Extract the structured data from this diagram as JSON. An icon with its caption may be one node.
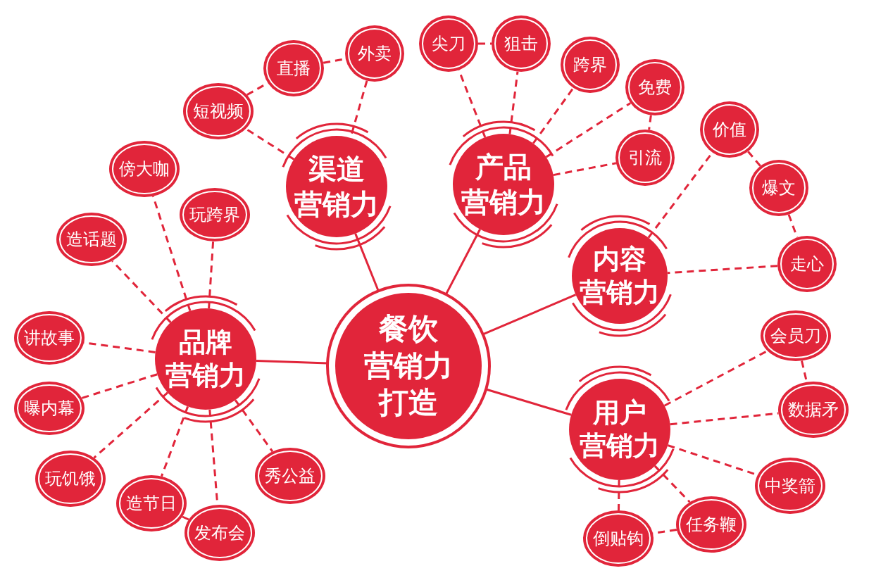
{
  "diagram": {
    "nodes": [
      {
        "text": [
          "餐饮营销力打造"
        ]
      },
      {
        "text": [
          "渠道营销力"
        ]
      },
      {
        "text": [
          "产品营销力"
        ]
      },
      {
        "text": [
          "内容营销力"
        ]
      },
      {
        "text": [
          "品牌营销力"
        ]
      },
      {
        "text": [
          "用户营销力"
        ]
      },
      {
        "text": [
          "短视频"
        ]
      },
      {
        "text": [
          "直播"
        ]
      },
      {
        "text": [
          "外卖"
        ]
      },
      {
        "text": [
          "尖刀"
        ]
      },
      {
        "text": [
          "狙击"
        ]
      },
      {
        "text": [
          "跨界"
        ]
      },
      {
        "text": [
          "免费"
        ]
      },
      {
        "text": [
          "引流"
        ]
      },
      {
        "text": [
          "价值"
        ]
      },
      {
        "text": [
          "爆文"
        ]
      },
      {
        "text": [
          "走心"
        ]
      },
      {
        "text": [
          "傍大咖"
        ]
      },
      {
        "text": [
          "玩跨界"
        ]
      },
      {
        "text": [
          "造话题"
        ]
      },
      {
        "text": [
          "讲故事"
        ]
      },
      {
        "text": [
          "曝内幕"
        ]
      },
      {
        "text": [
          "玩饥饿"
        ]
      },
      {
        "text": [
          "造节日"
        ]
      },
      {
        "text": [
          "发布会"
        ]
      },
      {
        "text": [
          "秀公益"
        ]
      },
      {
        "text": [
          "会员刀"
        ]
      },
      {
        "text": [
          "数据矛"
        ]
      },
      {
        "text": [
          "中奖箭"
        ]
      },
      {
        "text": [
          "任务鞭"
        ]
      },
      {
        "text": [
          "倒贴钩"
        ]
      }
    ],
    "edges": [
      {
        "from": 0,
        "to": 1,
        "arrow": "none"
      },
      {
        "from": 0,
        "to": 2,
        "arrow": "none"
      },
      {
        "from": 0,
        "to": 3,
        "arrow": "none"
      },
      {
        "from": 0,
        "to": 4,
        "arrow": "none"
      },
      {
        "from": 0,
        "to": 5,
        "arrow": "none"
      },
      {
        "from": 1,
        "to": 6,
        "arrow": "none",
        "style": "dashed"
      },
      {
        "from": 6,
        "to": 7,
        "arrow": "none",
        "style": "dashed"
      },
      {
        "from": 7,
        "to": 8,
        "arrow": "none",
        "style": "dashed"
      },
      {
        "from": 8,
        "to": 1,
        "arrow": "none",
        "style": "dashed"
      },
      {
        "from": 2,
        "to": 9,
        "arrow": "none",
        "style": "dashed"
      },
      {
        "from": 9,
        "to": 10,
        "arrow": "none",
        "style": "dashed"
      },
      {
        "from": 2,
        "to": 10,
        "arrow": "none",
        "style": "dashed"
      },
      {
        "from": 2,
        "to": 11,
        "arrow": "none",
        "style": "dashed"
      },
      {
        "from": 2,
        "to": 12,
        "arrow": "none",
        "style": "dashed"
      },
      {
        "from": 12,
        "to": 13,
        "arrow": "none",
        "style": "dashed"
      },
      {
        "from": 2,
        "to": 13,
        "arrow": "none",
        "style": "dashed"
      },
      {
        "from": 3,
        "to": 14,
        "arrow": "none",
        "style": "dashed"
      },
      {
        "from": 14,
        "to": 15,
        "arrow": "none",
        "style": "dashed"
      },
      {
        "from": 15,
        "to": 16,
        "arrow": "none",
        "style": "dashed"
      },
      {
        "from": 16,
        "to": 3,
        "arrow": "none",
        "style": "dashed"
      },
      {
        "from": 4,
        "to": 17,
        "arrow": "none",
        "style": "dashed"
      },
      {
        "from": 4,
        "to": 18,
        "arrow": "none",
        "style": "dashed"
      },
      {
        "from": 4,
        "to": 19,
        "arrow": "none",
        "style": "dashed"
      },
      {
        "from": 4,
        "to": 20,
        "arrow": "none",
        "style": "dashed"
      },
      {
        "from": 4,
        "to": 21,
        "arrow": "none",
        "style": "dashed"
      },
      {
        "from": 4,
        "to": 22,
        "arrow": "none",
        "style": "dashed"
      },
      {
        "from": 4,
        "to": 23,
        "arrow": "none",
        "style": "dashed"
      },
      {
        "from": 23,
        "to": 24,
        "arrow": "none"
      },
      {
        "from": 4,
        "to": 24,
        "arrow": "none",
        "style": "dashed"
      },
      {
        "from": 4,
        "to": 25,
        "arrow": "none",
        "style": "dashed"
      },
      {
        "from": 5,
        "to": 26,
        "arrow": "none",
        "style": "dashed"
      },
      {
        "from": 26,
        "to": 27,
        "arrow": "none",
        "style": "dashed"
      },
      {
        "from": 5,
        "to": 27,
        "arrow": "none",
        "style": "dashed"
      },
      {
        "from": 5,
        "to": 28,
        "arrow": "none",
        "style": "dashed"
      },
      {
        "from": 5,
        "to": 29,
        "arrow": "none",
        "style": "dashed"
      },
      {
        "from": 29,
        "to": 30,
        "arrow": "none",
        "style": "dashed"
      },
      {
        "from": 5,
        "to": 30,
        "arrow": "none",
        "style": "dashed"
      }
    ]
  }
}
